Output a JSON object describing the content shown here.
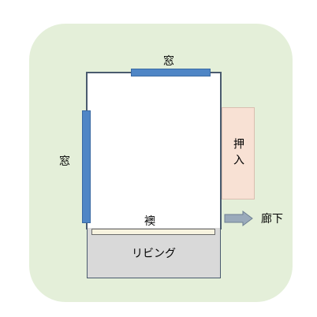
{
  "labels": {
    "window_top": "窓",
    "window_left": "窓",
    "closet": "押入",
    "fusuma": "襖",
    "living": "リビング",
    "hallway": "廊下"
  },
  "colors": {
    "garden": "#e4efd9",
    "window": "#4f86c6",
    "closet": "#f8e1d4",
    "living": "#d9d9d9",
    "fusuma": "#f7f3df",
    "arrow": "#9aaabb"
  }
}
